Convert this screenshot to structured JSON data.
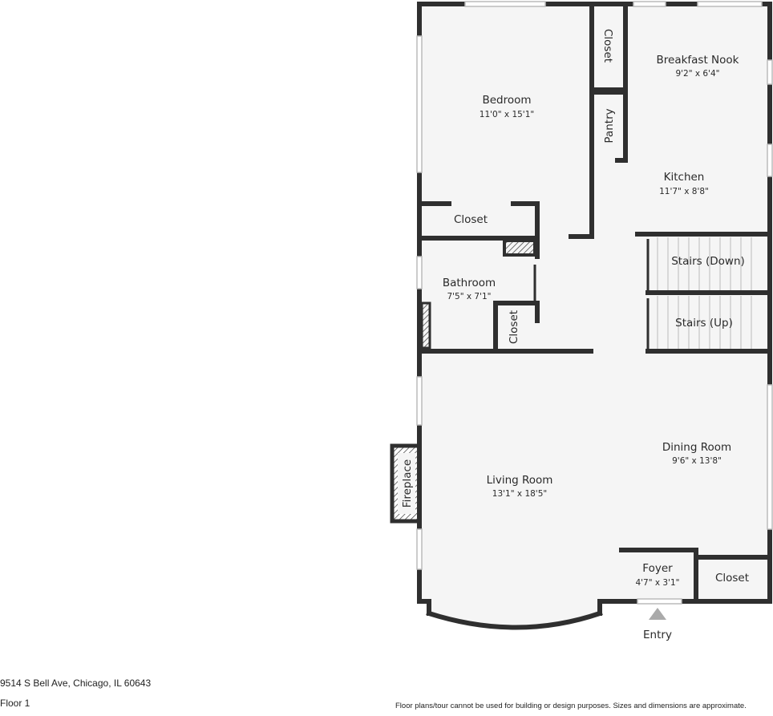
{
  "rooms": {
    "breakfast_nook": {
      "name": "Breakfast Nook",
      "dims": "9'2\" x 6'4\""
    },
    "bedroom": {
      "name": "Bedroom",
      "dims": "11'0\" x 15'1\""
    },
    "closet_top": {
      "name": "Closet"
    },
    "pantry": {
      "name": "Pantry"
    },
    "kitchen": {
      "name": "Kitchen",
      "dims": "11'7\" x 8'8\""
    },
    "closet_bedroom": {
      "name": "Closet"
    },
    "stairs_down": {
      "name": "Stairs (Down)"
    },
    "bathroom": {
      "name": "Bathroom",
      "dims": "7'5\" x 7'1\""
    },
    "closet_bath": {
      "name": "Closet"
    },
    "stairs_up": {
      "name": "Stairs (Up)"
    },
    "dining_room": {
      "name": "Dining Room",
      "dims": "9'6\" x 13'8\""
    },
    "fireplace": {
      "name": "Fireplace"
    },
    "living_room": {
      "name": "Living Room",
      "dims": "13'1\" x 18'5\""
    },
    "foyer": {
      "name": "Foyer",
      "dims": "4'7\" x 3'1\""
    },
    "closet_foyer": {
      "name": "Closet"
    },
    "entry": {
      "name": "Entry"
    }
  },
  "footer": {
    "address": "9514 S Bell Ave, Chicago, IL 60643",
    "floor": "Floor 1",
    "disclaimer": "Floor plans/tour cannot be used for building or design purposes. Sizes and dimensions are approximate."
  },
  "colors": {
    "wall": "#2f2f2f",
    "floor": "#f5f5f5"
  }
}
